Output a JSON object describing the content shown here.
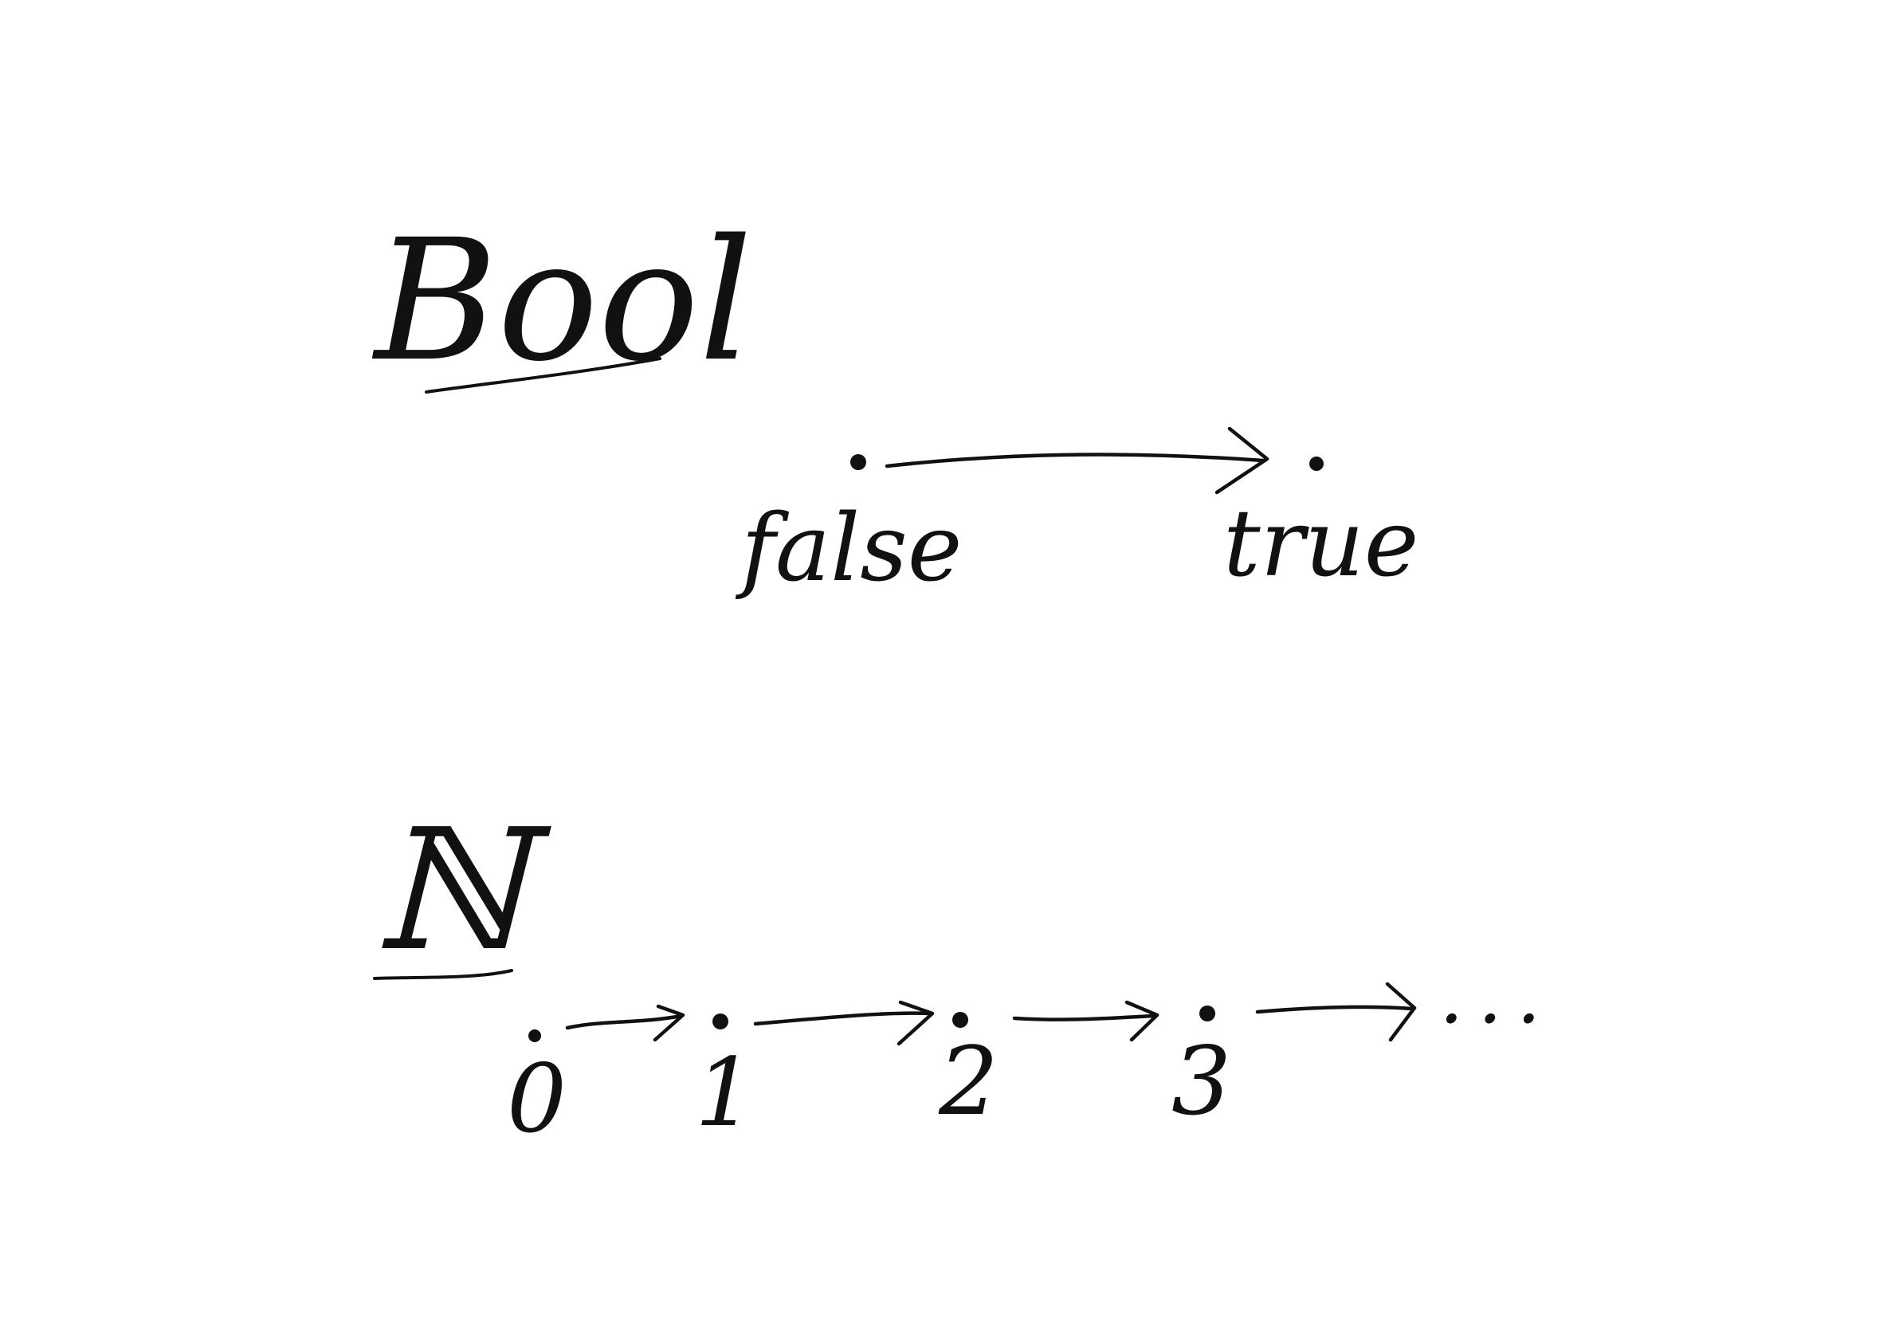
{
  "sections": [
    {
      "title": "Bool",
      "nodes": [
        "false",
        "true"
      ]
    },
    {
      "title": "ℕ",
      "nodes": [
        "0",
        "1",
        "2",
        "3"
      ],
      "continuation": "..."
    }
  ]
}
